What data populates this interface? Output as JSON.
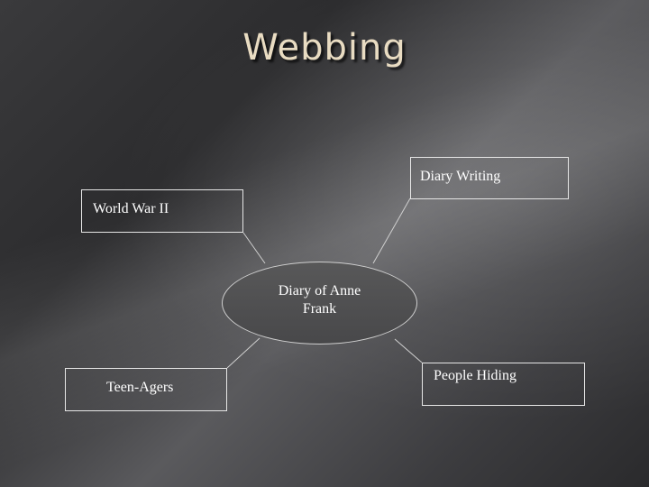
{
  "slide": {
    "title": "Webbing",
    "center": "Diary of Anne Frank",
    "center_line1": "Diary of Anne",
    "center_line2": "Frank",
    "nodes": {
      "world_war": "World War II",
      "diary_writing": "Diary Writing",
      "teen_agers": "Teen-Agers",
      "people_hiding": "People Hiding"
    }
  },
  "colors": {
    "title": "#e9dcc2",
    "border": "#e6e6e6",
    "text": "#ffffff"
  }
}
